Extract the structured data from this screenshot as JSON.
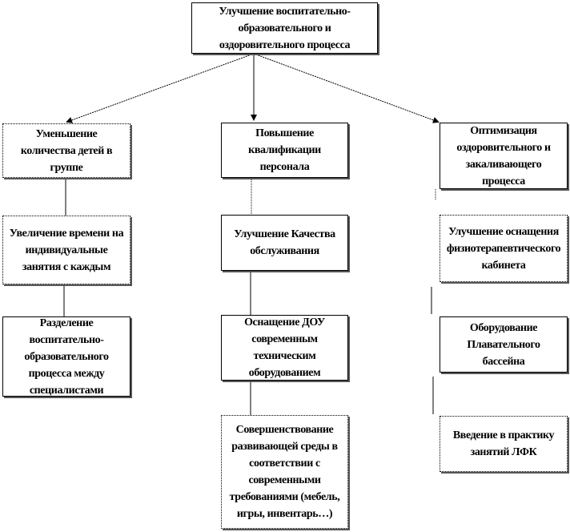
{
  "root": "Улучшение воспитательно-образовательного и оздоровительного процесса",
  "columns": [
    {
      "head": "Уменьшение количества детей в группе",
      "items": [
        "Увеличение времени на индивидуальные занятия с каждым",
        "Разделение воспитательно-образовательного процесса между специалистами"
      ]
    },
    {
      "head": "Повышение квалификации персонала",
      "items": [
        "Улучшение Качества обслуживания",
        "Оснащение ДОУ современным техническим оборудованием",
        "Совершенствование развивающей среды в соответствии с современными требованиями (мебель, игры, инвентарь…)"
      ]
    },
    {
      "head": "Оптимизация оздоровительного и закаливающего процесса",
      "items": [
        "Улучшение оснащения физиотерапевтического кабинета",
        "Оборудование Плавательного бассейна",
        "Введение в практику занятий ЛФК"
      ]
    }
  ]
}
